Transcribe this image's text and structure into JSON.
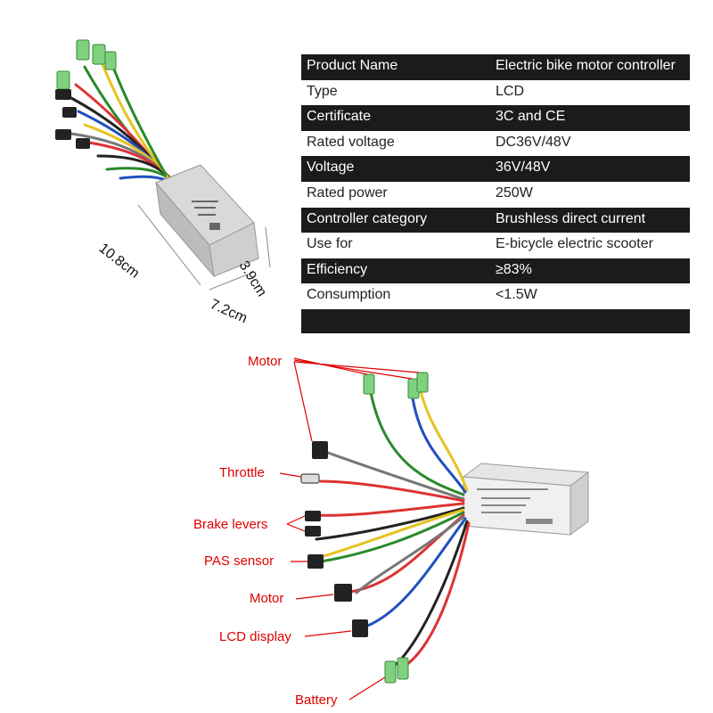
{
  "spec_table": {
    "rows": [
      {
        "key": "Product Name",
        "value": "Electric bike motor controller",
        "style": "dark"
      },
      {
        "key": "Type",
        "value": "LCD",
        "style": "light"
      },
      {
        "key": "Certificate",
        "value": "3C and CE",
        "style": "dark"
      },
      {
        "key": "Rated voltage",
        "value": "DC36V/48V",
        "style": "light"
      },
      {
        "key": "Voltage",
        "value": "36V/48V",
        "style": "dark"
      },
      {
        "key": "Rated power",
        "value": "250W",
        "style": "light"
      },
      {
        "key": "Controller category",
        "value": "Brushless direct current",
        "style": "dark"
      },
      {
        "key": "Use for",
        "value": "E-bicycle electric scooter",
        "style": "light"
      },
      {
        "key": "Efficiency",
        "value": "≥83%",
        "style": "dark"
      },
      {
        "key": "Consumption",
        "value": "<1.5W",
        "style": "light"
      }
    ]
  },
  "dimensions": {
    "length": "10.8cm",
    "width": "7.2cm",
    "height": "3.9cm"
  },
  "wiring_labels": {
    "motor_top": "Motor",
    "throttle": "Throttle",
    "brake_levers": "Brake levers",
    "pas_sensor": "PAS sensor",
    "motor_bottom": "Motor",
    "lcd_display": "LCD display",
    "battery": "Battery"
  },
  "colors": {
    "label_red": "#e00000",
    "dark_row": "#1b1b1b"
  }
}
